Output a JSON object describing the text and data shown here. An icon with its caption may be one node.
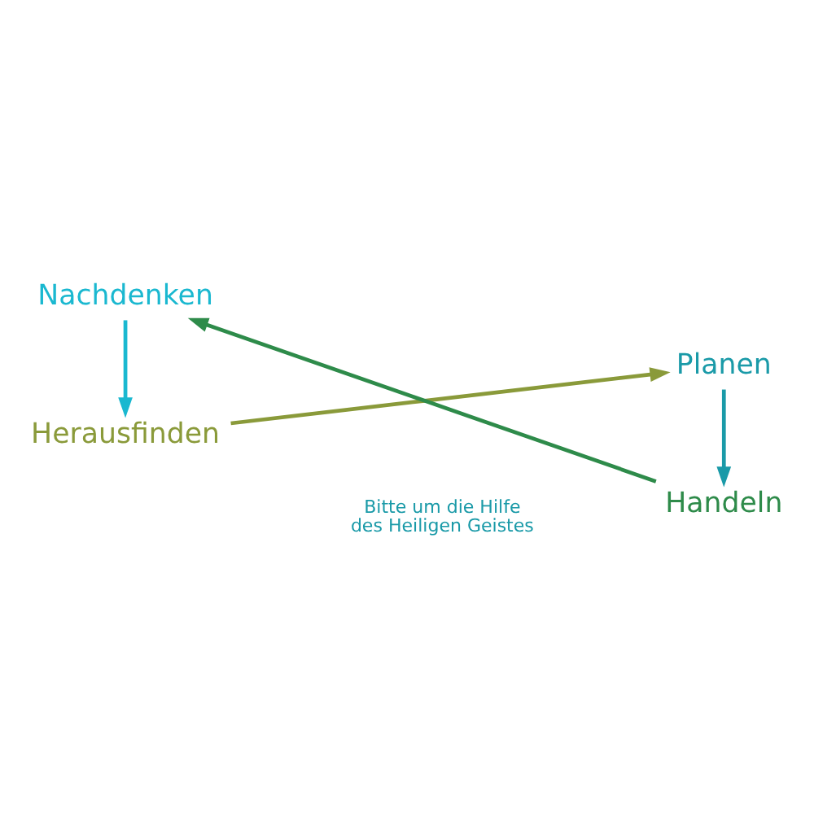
{
  "diagram": {
    "nodes": [
      {
        "text": [
          "Herausfinden"
        ]
      },
      {
        "text": [
          "Planen"
        ]
      },
      {
        "text": [
          "Handeln"
        ]
      },
      {
        "text": [
          "Nachdenken"
        ]
      }
    ],
    "edges": [
      {
        "from": 0,
        "to": 1,
        "arrow": "to",
        "color": "#8a9a3a"
      },
      {
        "from": 1,
        "to": 2,
        "arrow": "to",
        "color": "#1a9aa8"
      },
      {
        "from": 2,
        "to": 3,
        "arrow": "to",
        "color": "#2e8b4a"
      },
      {
        "from": 3,
        "to": 0,
        "arrow": "to",
        "color": "#1ab8d0"
      }
    ],
    "labels": [
      "Bitte um die Hilfe",
      "des Heiligen Geistes"
    ]
  }
}
